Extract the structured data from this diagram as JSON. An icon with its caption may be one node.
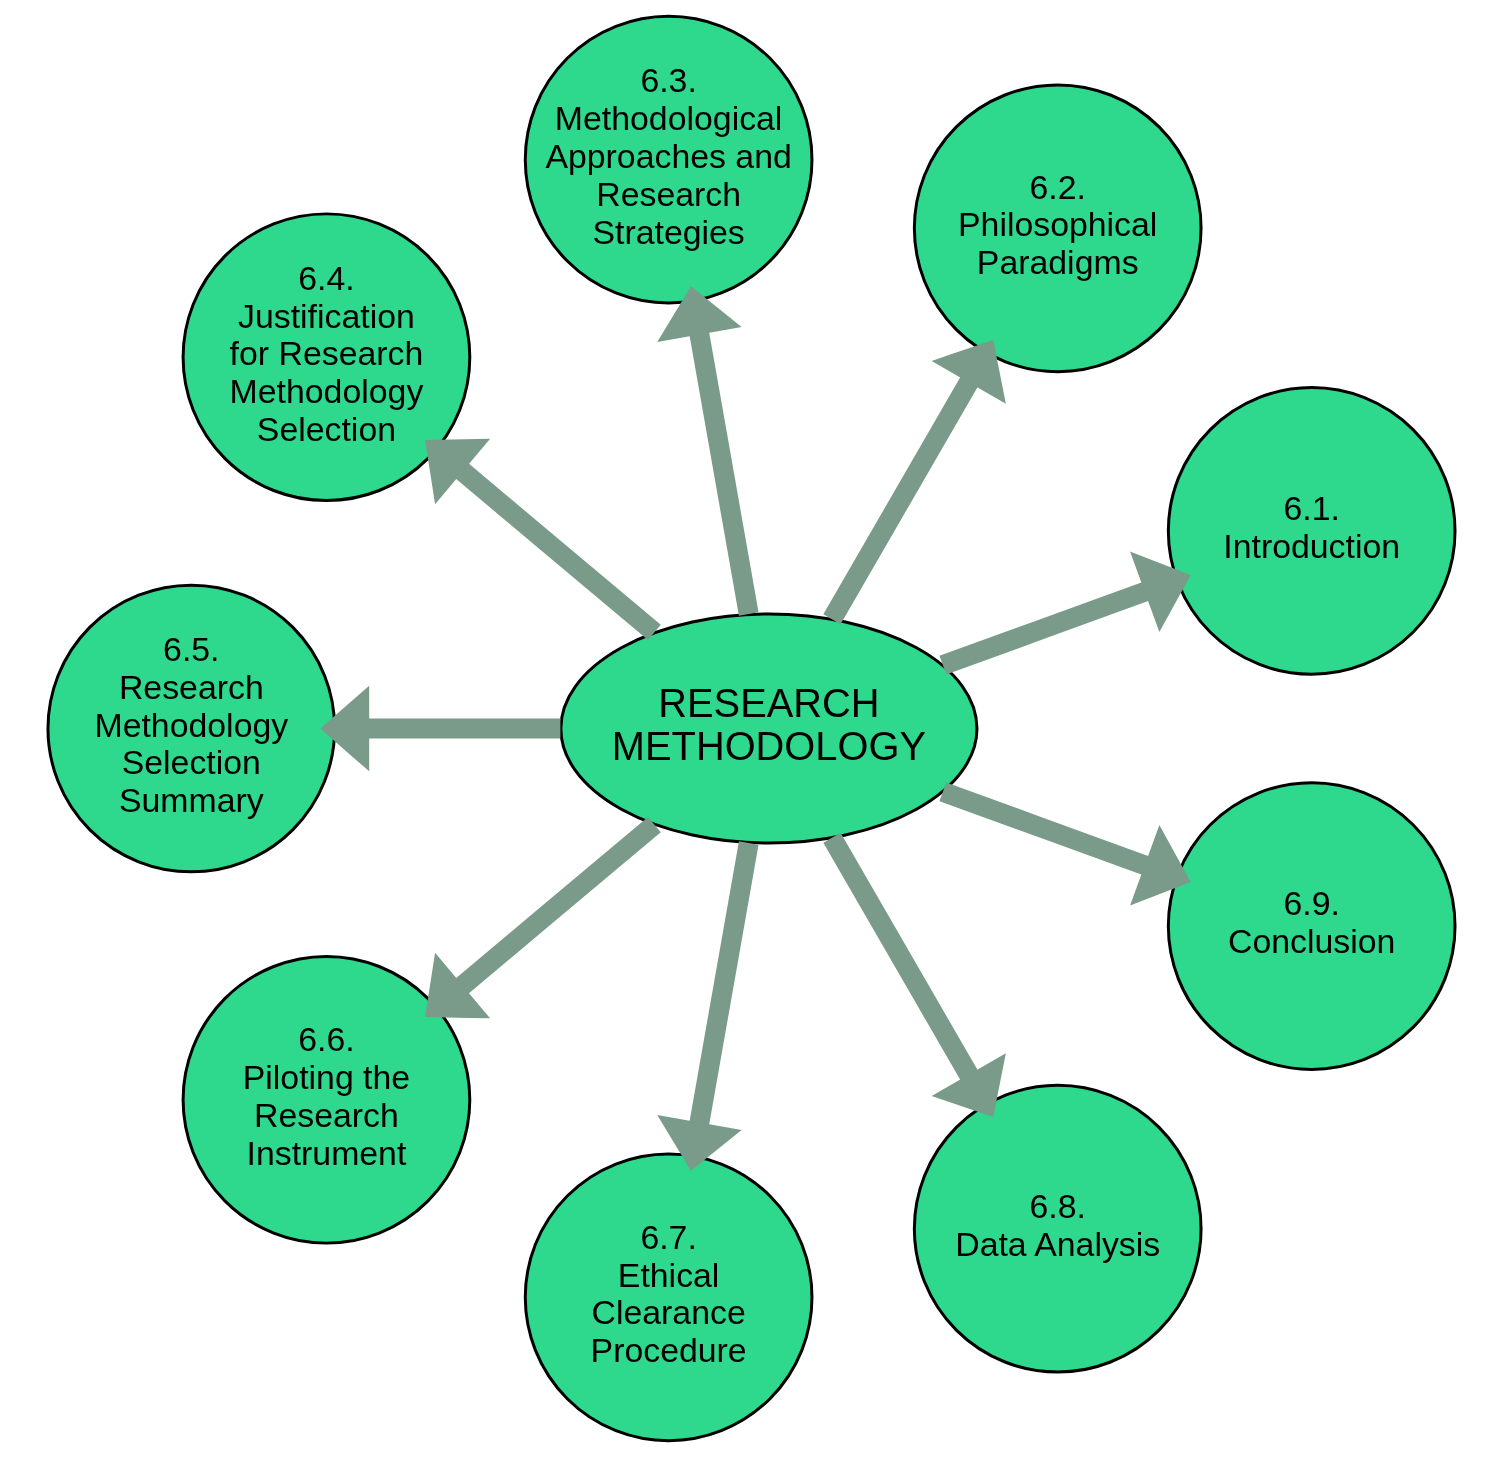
{
  "diagram": {
    "nodes": [
      {
        "text": [
          "RESEARCH METHODOLOGY"
        ]
      },
      {
        "text": [
          "6.1.",
          "Introduction"
        ]
      },
      {
        "text": [
          "6.2.",
          "Philosophical Paradigms"
        ]
      },
      {
        "text": [
          "6.3.",
          "Methodological Approaches and Research Strategies"
        ]
      },
      {
        "text": [
          "6.4.",
          "Justification for Research Methodology Selection"
        ]
      },
      {
        "text": [
          "6.5.",
          "Research Methodology Selection Summary"
        ]
      },
      {
        "text": [
          "6.6.",
          "Piloting the Research Instrument"
        ]
      },
      {
        "text": [
          "6.7.",
          "Ethical Clearance Procedure"
        ]
      },
      {
        "text": [
          "6.8.",
          "Data Analysis"
        ]
      },
      {
        "text": [
          "6.9.",
          "Conclusion"
        ]
      }
    ],
    "edges": [
      {
        "from": 0,
        "to": 1,
        "arrow": "to"
      },
      {
        "from": 0,
        "to": 2,
        "arrow": "to"
      },
      {
        "from": 0,
        "to": 3,
        "arrow": "to"
      },
      {
        "from": 0,
        "to": 4,
        "arrow": "to"
      },
      {
        "from": 0,
        "to": 5,
        "arrow": "to"
      },
      {
        "from": 0,
        "to": 6,
        "arrow": "to"
      },
      {
        "from": 0,
        "to": 7,
        "arrow": "to"
      },
      {
        "from": 0,
        "to": 8,
        "arrow": "to"
      },
      {
        "from": 0,
        "to": 9,
        "arrow": "to"
      }
    ]
  }
}
